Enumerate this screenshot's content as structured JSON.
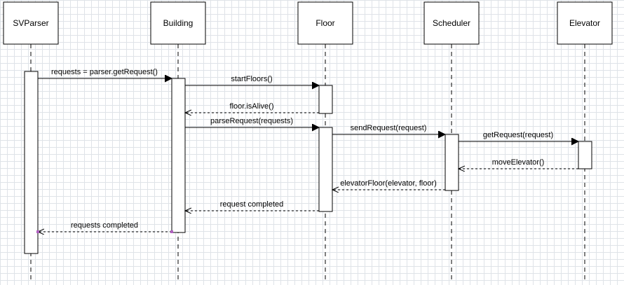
{
  "participants": [
    {
      "id": "svparser",
      "label": "SVParser"
    },
    {
      "id": "building",
      "label": "Building"
    },
    {
      "id": "floor",
      "label": "Floor"
    },
    {
      "id": "scheduler",
      "label": "Scheduler"
    },
    {
      "id": "elevator",
      "label": "Elevator"
    }
  ],
  "messages": [
    {
      "id": "get-request-call",
      "label": "requests = parser.getRequest()",
      "from": "svparser",
      "to": "building",
      "kind": "call"
    },
    {
      "id": "start-floors",
      "label": "startFloors()",
      "from": "building",
      "to": "floor",
      "kind": "call"
    },
    {
      "id": "floor-is-alive",
      "label": "floor.isAlive()",
      "from": "floor",
      "to": "building",
      "kind": "return"
    },
    {
      "id": "parse-request",
      "label": "parseRequest(requests)",
      "from": "building",
      "to": "floor",
      "kind": "call"
    },
    {
      "id": "send-request",
      "label": "sendRequest(request)",
      "from": "floor",
      "to": "scheduler",
      "kind": "call"
    },
    {
      "id": "get-request",
      "label": "getRequest(request)",
      "from": "scheduler",
      "to": "elevator",
      "kind": "call"
    },
    {
      "id": "move-elevator",
      "label": "moveElevator()",
      "from": "elevator",
      "to": "scheduler",
      "kind": "return"
    },
    {
      "id": "elevator-floor",
      "label": "elevatorFloor(elevator, floor)",
      "from": "scheduler",
      "to": "floor",
      "kind": "return"
    },
    {
      "id": "request-completed",
      "label": "request completed",
      "from": "floor",
      "to": "building",
      "kind": "return"
    },
    {
      "id": "requests-completed",
      "label": "requests completed",
      "from": "building",
      "to": "svparser",
      "kind": "return"
    }
  ]
}
